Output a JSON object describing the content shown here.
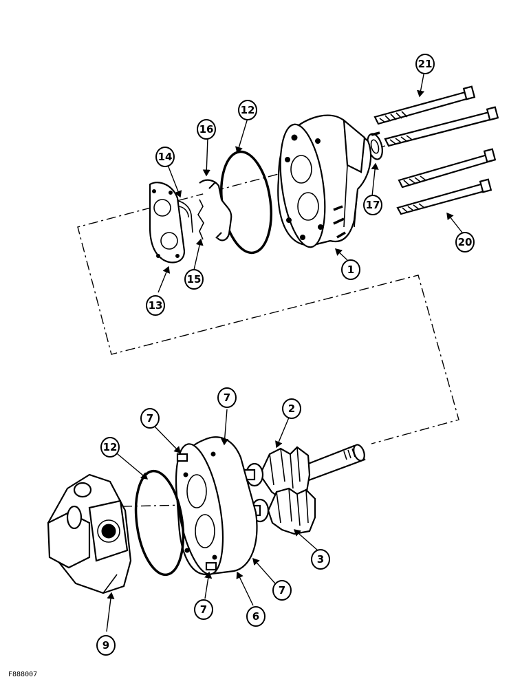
{
  "figure_id": "F888007",
  "callouts": [
    "21",
    "12",
    "16",
    "14",
    "17",
    "20",
    "1",
    "15",
    "13",
    "7",
    "7",
    "2",
    "12",
    "3",
    "7",
    "7",
    "6",
    "9"
  ],
  "parts": [
    "housing-end-cover",
    "o-ring-seal-upper",
    "spring-retainer-clip",
    "wear-plate-gasket",
    "backup-seal",
    "wire-spring",
    "shaft-seal",
    "long-bolt",
    "short-bolt",
    "gear-body-housing",
    "drive-gear-shaft",
    "driven-gear",
    "o-ring-seal-lower",
    "port-end-cover"
  ]
}
